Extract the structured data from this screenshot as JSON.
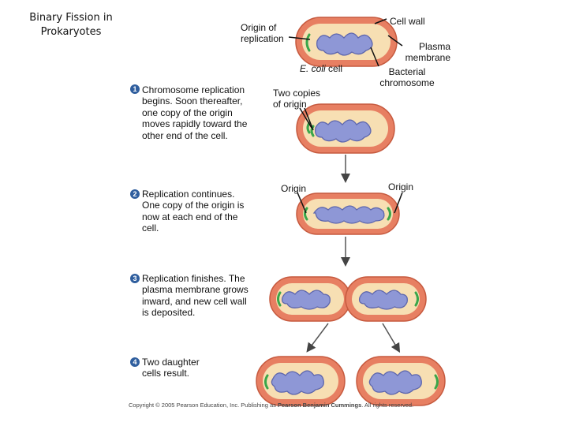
{
  "title": "Binary Fission in Prokaryotes",
  "labels": {
    "origin_of_replication": "Origin of replication",
    "cell_wall": "Cell wall",
    "plasma_membrane": "Plasma membrane",
    "bacterial_chromosome": "Bacterial chromosome",
    "ecoli_italic": "E. coli",
    "ecoli_rest": " cell",
    "two_copies_of_origin": "Two copies of origin",
    "origin_left": "Origin",
    "origin_right": "Origin"
  },
  "steps": [
    {
      "number": "1",
      "text": "Chromosome replication begins. Soon thereafter, one copy of the origin moves rapidly toward the other end of the cell."
    },
    {
      "number": "2",
      "text": "Replication continues. One copy of the origin is now at each end of the cell."
    },
    {
      "number": "3",
      "text": "Replication finishes. The plasma membrane grows inward, and new cell wall is deposited."
    },
    {
      "number": "4",
      "text": "Two daughter cells result."
    }
  ],
  "copyright": {
    "prefix": "Copyright © 2005 ",
    "publisher": "Pearson Education, Inc.",
    "middle": " Publishing as ",
    "imprint": "Pearson Benjamin Cummings",
    "suffix": ". All rights reserved."
  },
  "colors": {
    "cell_wall": "#e77f62",
    "cell_wall_dark": "#c65a3f",
    "cytoplasm": "#f7dfb3",
    "chromosome": "#8e97d6",
    "chromosome_dark": "#5d66ad",
    "origin": "#3aa64a",
    "step_badge": "#2f5e9e",
    "arrow": "#555555"
  }
}
